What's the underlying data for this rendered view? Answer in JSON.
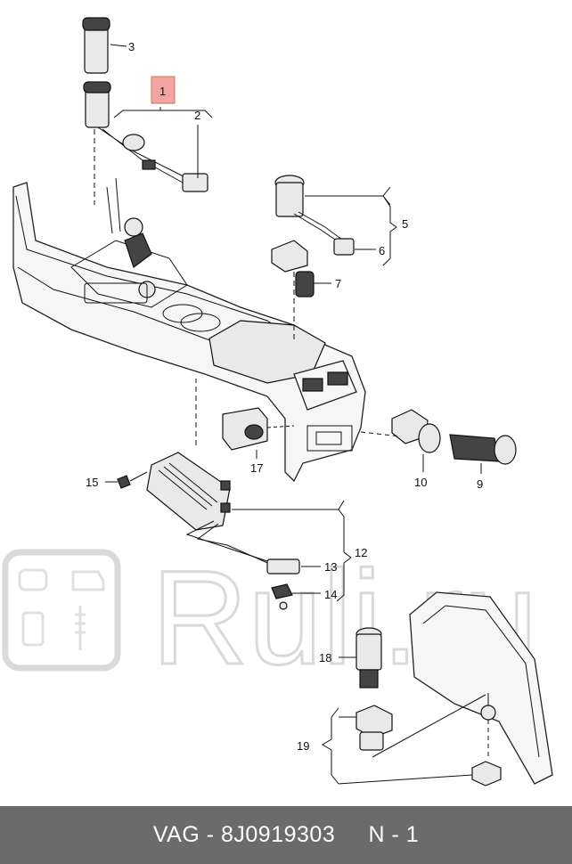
{
  "footer": {
    "text": "VAG - 8J0919303     N - 1"
  },
  "watermark": {
    "text": "Ruli.ru"
  },
  "colors": {
    "highlight_box": "#f4a3a3",
    "footer_bg": "#6b6b6b",
    "footer_text": "#ffffff"
  },
  "callouts": {
    "c1": "1",
    "c2": "2",
    "c3": "3",
    "c5": "5",
    "c6": "6",
    "c7": "7",
    "c9": "9",
    "c10": "10",
    "c12": "12",
    "c13": "13",
    "c14": "14",
    "c15": "15",
    "c17": "17",
    "c18": "18",
    "c19": "19"
  }
}
